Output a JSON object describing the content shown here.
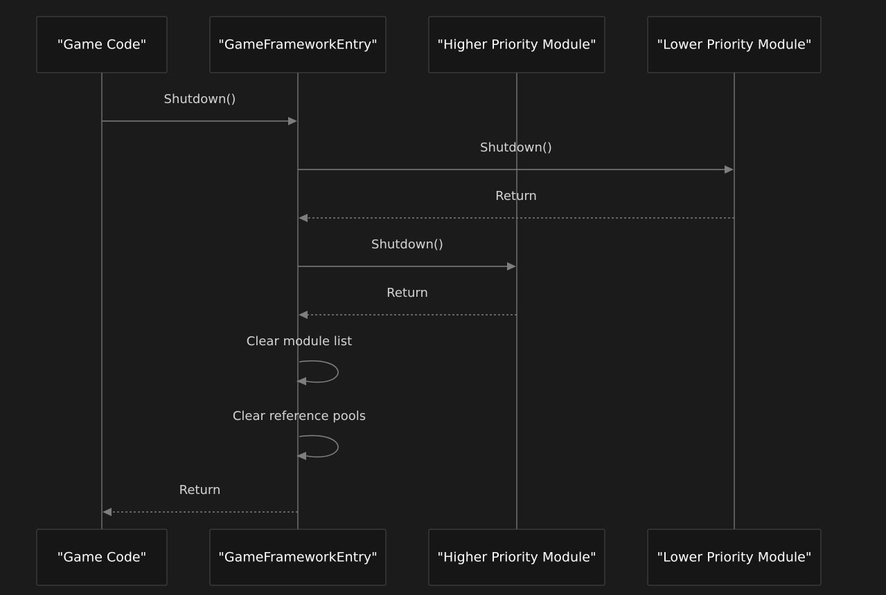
{
  "participants": [
    {
      "id": "game",
      "label": "\"Game Code\""
    },
    {
      "id": "entry",
      "label": "\"GameFrameworkEntry\""
    },
    {
      "id": "high",
      "label": "\"Higher Priority Module\""
    },
    {
      "id": "low",
      "label": "\"Lower Priority Module\""
    }
  ],
  "messages": [
    {
      "from": "game",
      "to": "entry",
      "label": "Shutdown()",
      "style": "solid"
    },
    {
      "from": "entry",
      "to": "low",
      "label": "Shutdown()",
      "style": "solid"
    },
    {
      "from": "low",
      "to": "entry",
      "label": "Return",
      "style": "dashed"
    },
    {
      "from": "entry",
      "to": "high",
      "label": "Shutdown()",
      "style": "solid"
    },
    {
      "from": "high",
      "to": "entry",
      "label": "Return",
      "style": "dashed"
    },
    {
      "from": "entry",
      "to": "entry",
      "label": "Clear module list",
      "style": "self"
    },
    {
      "from": "entry",
      "to": "entry",
      "label": "Clear reference pools",
      "style": "self"
    },
    {
      "from": "entry",
      "to": "game",
      "label": "Return",
      "style": "dashed"
    }
  ]
}
